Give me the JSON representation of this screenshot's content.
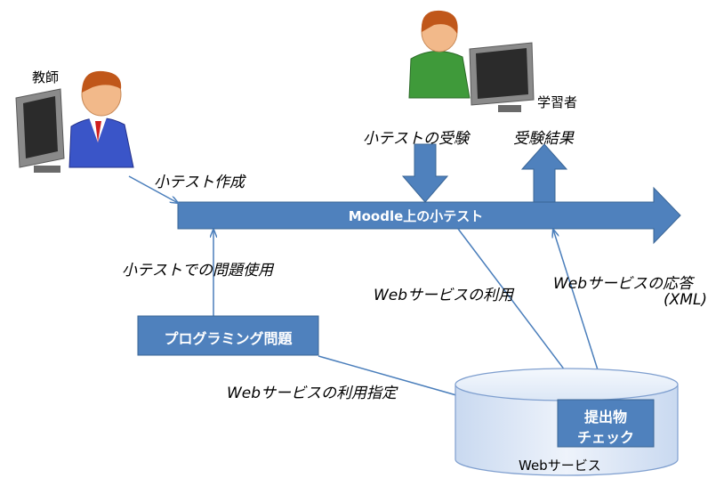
{
  "actors": {
    "teacher": "教師",
    "learner": "学習者"
  },
  "main_bar": {
    "label": "Moodle上の小テスト"
  },
  "boxes": {
    "problem": "プログラミング問題",
    "check_line1": "提出物",
    "check_line2": "チェック",
    "web_service": "Webサービス"
  },
  "labels": {
    "create": "小テスト作成",
    "use": "小テストでの問題使用",
    "take": "小テストの受験",
    "result": "受験結果",
    "ws_use": "Webサービスの利用",
    "ws_response": "Webサービスの応答",
    "xml": "(XML)",
    "ws_designate": "Webサービスの利用指定"
  },
  "colors": {
    "bar": "#4f81bd",
    "bar_border": "#3a6595",
    "connector": "#4a7ebb",
    "cylinder_fill": "#dce7f6",
    "cylinder_border": "#7f9fcf"
  }
}
